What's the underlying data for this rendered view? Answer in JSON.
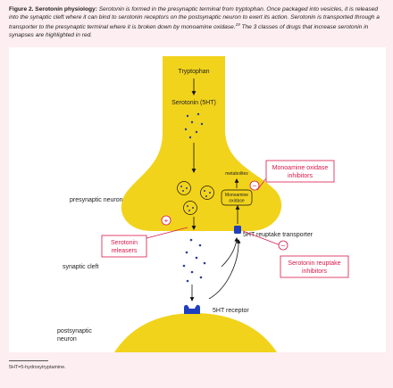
{
  "caption": {
    "title": "Figure 2. Serotonin physiology:",
    "line1": "Serotonin is formed in the presynaptic terminal from tryptophan. Once packaged into vesicles, it is released",
    "line2": "into the synaptic cleft where it can bind to serotonin receptors on the postsynaptic neuron to exert its action. Serotonin is transported",
    "line3": "through a transporter to the presynaptic terminal where it is broken down by monoamine oxidase.",
    "ref": "19",
    "line3b": " The 3 classes of drugs that increase",
    "line4": "serotonin in synapses are highlighted in red."
  },
  "diagram": {
    "tryptophan": "Tryptophan",
    "serotonin_5ht": "Serotonin (5HT)",
    "metabolites": "metabolites",
    "mao_line1": "Monoamine",
    "mao_line2": "oxidase",
    "presynaptic": "presynaptic neuron",
    "synaptic_cleft": "synaptic cleft",
    "postsynaptic_line1": "postsynaptic",
    "postsynaptic_line2": "neuron",
    "transporter": "5HT reuptake transporter",
    "receptor": "5HT receptor",
    "maoi_line1": "Monoamine oxidase",
    "maoi_line2": "inhibitors",
    "releasers_line1": "Serotonin",
    "releasers_line2": "releasers",
    "sri_line1": "Serotonin reuptake",
    "sri_line2": "inhibitors",
    "plus_sign": "+",
    "minus_sign": "−"
  },
  "footnote": "5HT=5-hydroxytryptamine.",
  "colors": {
    "neuron": "#f2d31b",
    "highlight": "#d9184a",
    "transporter": "#1f3fbf",
    "dot": "#2b3f99",
    "background": "#fdeef1"
  }
}
